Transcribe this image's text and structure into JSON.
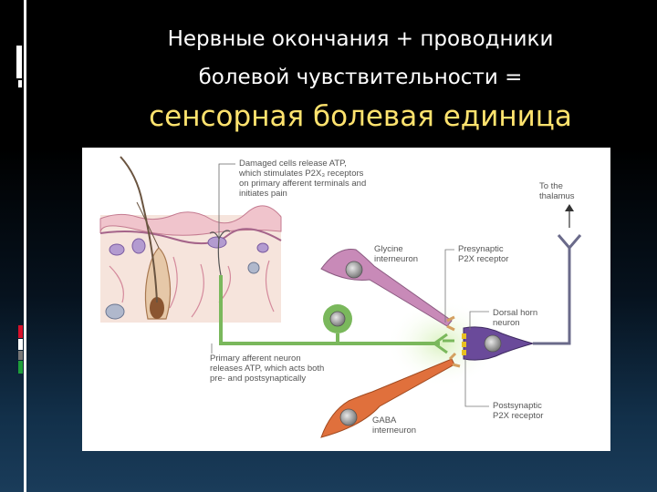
{
  "slide": {
    "title_line1": "Нервные окончания + проводники",
    "title_line2": "болевой чувствительности =",
    "title_line3": "сенсорная болевая единица"
  },
  "colors": {
    "accent_yellow": "#ffe36e",
    "decor_red": "#d6102a",
    "decor_green": "#1e9e3a",
    "glycine": "#c88ab8",
    "gaba": "#e0703c",
    "primary": "#7ab85c",
    "dorsal": "#6a4a9a"
  },
  "diagram": {
    "label_damaged_1": "Damaged cells release ATP,",
    "label_damaged_2": "which stimulates P2X₃ receptors",
    "label_damaged_3": "on primary afferent terminals and",
    "label_damaged_4": "initiates pain",
    "label_thalamus_1": "To the",
    "label_thalamus_2": "thalamus",
    "label_glycine_1": "Glycine",
    "label_glycine_2": "interneuron",
    "label_presyn_1": "Presynaptic",
    "label_presyn_2": "P2X receptor",
    "label_dorsal_1": "Dorsal horn",
    "label_dorsal_2": "neuron",
    "label_primary_1": "Primary afferent neuron",
    "label_primary_2": "releases ATP, which acts both",
    "label_primary_3": "pre- and postsynaptically",
    "label_postsyn_1": "Postsynaptic",
    "label_postsyn_2": "P2X receptor",
    "label_gaba_1": "GABA",
    "label_gaba_2": "interneuron"
  }
}
